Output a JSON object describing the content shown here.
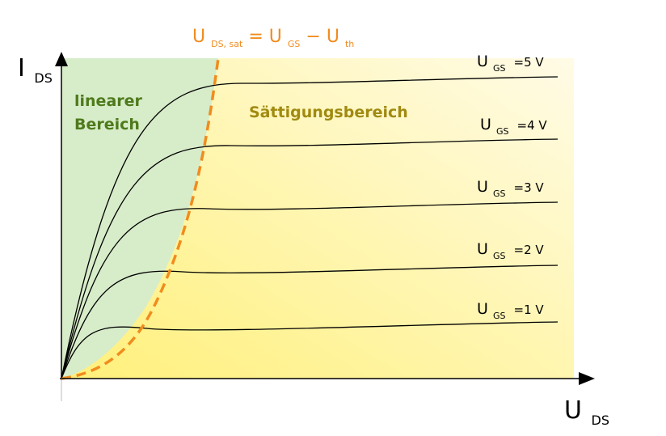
{
  "colors": {
    "linear_region": "#d7ecc9",
    "linear_label": "#4e7a1c",
    "saturation_label": "#a08a10",
    "saturation_fill_start": "#fff07a",
    "saturation_fill_end": "#fffbe6",
    "boundary_curve": "#f08c1e",
    "axis": "#000000",
    "curves": "#000000"
  },
  "axes": {
    "y_label_main": "I",
    "y_label_sub": "DS",
    "x_label_main": "U",
    "x_label_sub": "DS"
  },
  "regions": {
    "linear_line1": "linearer",
    "linear_line2": "Bereich",
    "saturation": "Sättigungsbereich"
  },
  "boundary": {
    "label": {
      "p1_main": "U",
      "p1_sub": "DS, sat",
      "eq": "=",
      "p2_main": "U",
      "p2_sub": "GS",
      "minus": " −",
      "p3_main": "U",
      "p3_sub": "th"
    }
  },
  "curves": [
    {
      "label_main": "U",
      "label_sub": "GS",
      "label_value": "=5 V",
      "ugs": 5
    },
    {
      "label_main": "U",
      "label_sub": "GS",
      "label_value": "=4 V",
      "ugs": 4
    },
    {
      "label_main": "U",
      "label_sub": "GS",
      "label_value": "=3 V",
      "ugs": 3
    },
    {
      "label_main": "U",
      "label_sub": "GS",
      "label_value": "=2 V",
      "ugs": 2
    },
    {
      "label_main": "U",
      "label_sub": "GS",
      "label_value": "=1 V",
      "ugs": 1
    }
  ]
}
